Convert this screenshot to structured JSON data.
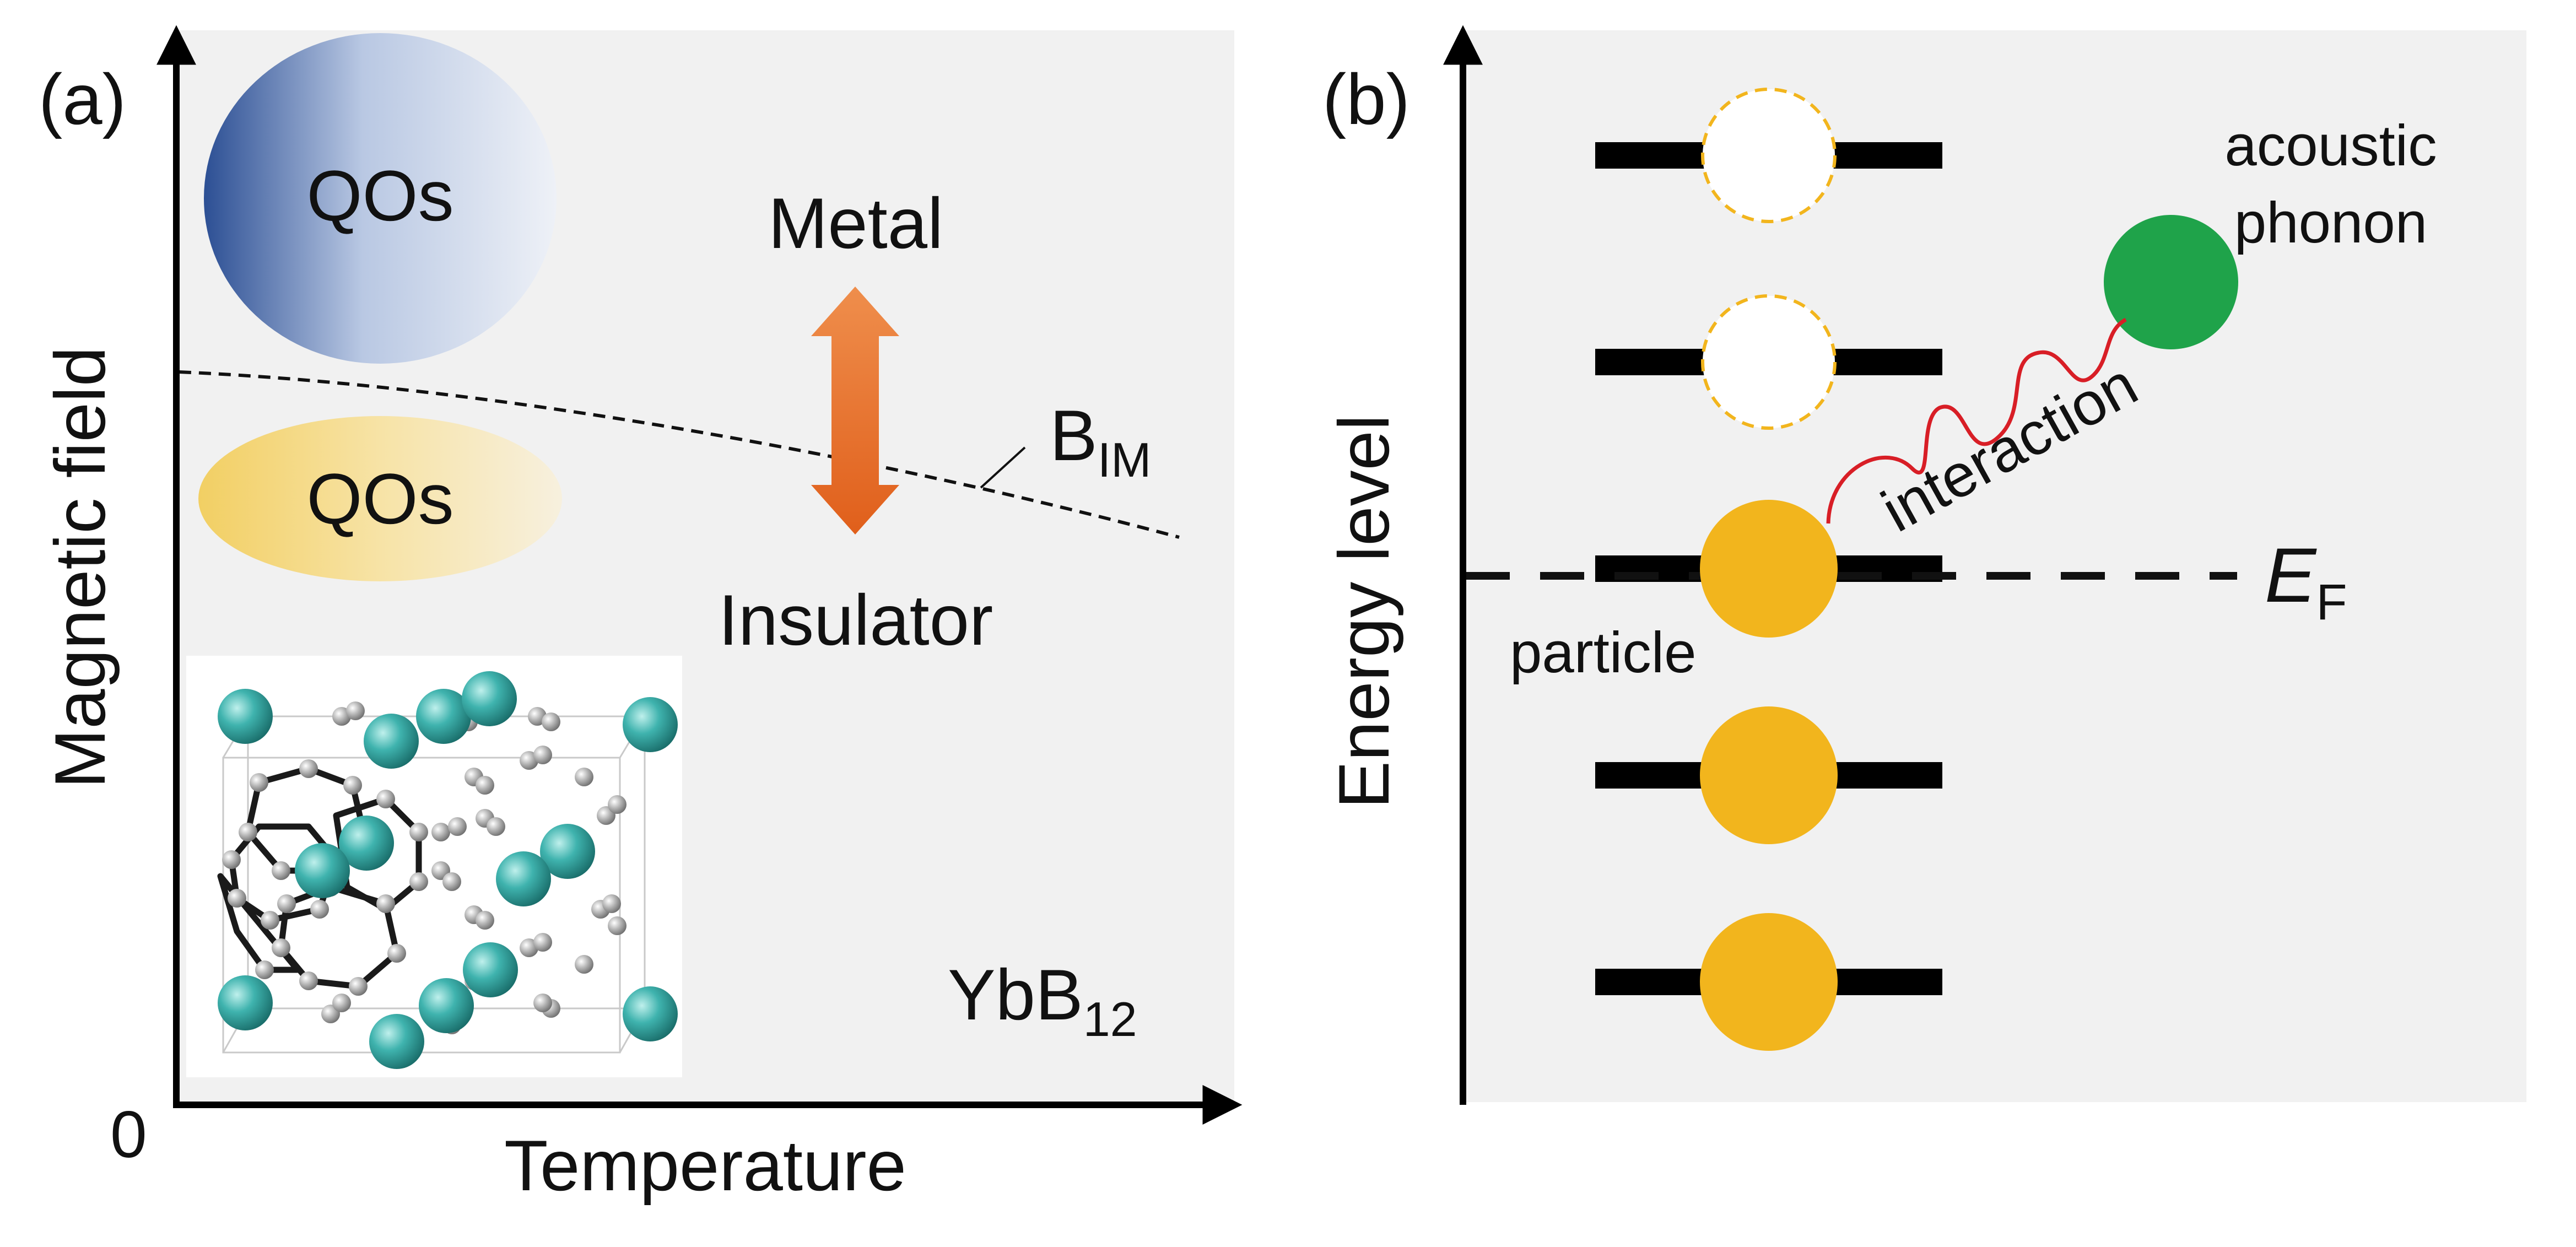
{
  "panel_a": {
    "label": "(a)",
    "axes": {
      "y_label": "Magnetic field",
      "x_label": "Temperature",
      "origin_label": "0"
    },
    "regions": {
      "qos_high": "QOs",
      "qos_low": "QOs",
      "metal": "Metal",
      "insulator": "Insulator"
    },
    "boundary": {
      "base": "B",
      "sub": "IM"
    },
    "material": {
      "base": "YbB",
      "sub": "12"
    },
    "colors": {
      "panel_bg": "#f1f1f1",
      "qos_high": "#2c4f94",
      "qos_low": "#f2cf63",
      "arrow_top": "#ef8e4c",
      "arrow_bottom": "#e05f1b",
      "atom_yb": "#3fb3ae",
      "atom_b": "#b5b5b5"
    }
  },
  "panel_b": {
    "label": "(b)",
    "axes": {
      "y_label": "Energy level"
    },
    "fermi": {
      "base": "E",
      "sub": "F"
    },
    "labels": {
      "particle": "particle",
      "interaction": "interaction",
      "phonon_line1": "acoustic",
      "phonon_line2": "phonon"
    },
    "levels_filled": [
      true,
      true,
      true,
      false,
      false
    ],
    "colors": {
      "panel_bg": "#f1f1f1",
      "particle": "#f2b51d",
      "empty_outline": "#f2b51d",
      "phonon": "#1fa34a",
      "interaction_line": "#d81e26"
    }
  }
}
